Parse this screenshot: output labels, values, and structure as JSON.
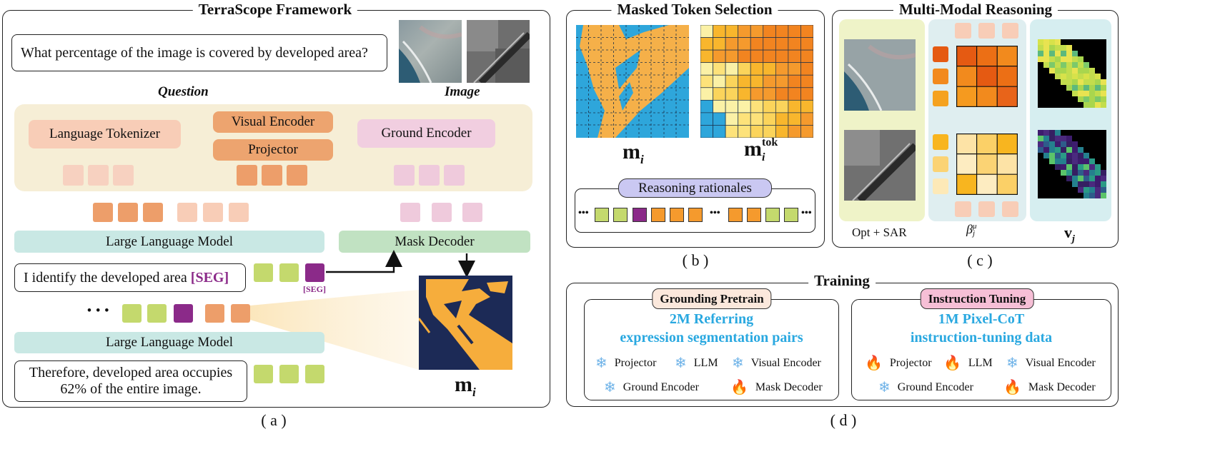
{
  "panel_a": {
    "title": "TerraScope Framework",
    "question": "What percentage of the image is covered by developed area?",
    "question_label": "Question",
    "image_label": "Image",
    "language_tokenizer": "Language Tokenizer",
    "visual_encoder": "Visual Encoder",
    "projector": "Projector",
    "ground_encoder": "Ground Encoder",
    "llm_top": "Large Language Model",
    "mask_decoder": "Mask Decoder",
    "answer1_prefix": "I identify the developed area ",
    "answer1_seg": "[SEG]",
    "seg_token_label": "[SEG]",
    "ellipsis": "• • •",
    "llm_bottom": "Large Language Model",
    "answer2": "Therefore, developed area occupies 62% of the entire image.",
    "mask_label_base": "m",
    "mask_label_sub": "i",
    "caption": "( a )"
  },
  "panel_b": {
    "title": "Masked Token Selection",
    "mask_label_base": "m",
    "mask_label_sub": "i",
    "tok_label_base": "m",
    "tok_label_sub": "i",
    "tok_label_sup": "tok",
    "rationales": "Reasoning rationales",
    "dots": "•••",
    "caption": "( b )"
  },
  "panel_c": {
    "title": "Multi-Modal Reasoning",
    "opt_sar": "Opt + SAR",
    "beta_base": "β",
    "beta_sub": "j",
    "beta_sup": "μ",
    "v_base": "v",
    "v_sub": "j",
    "caption": "( c )"
  },
  "panel_d": {
    "title": "Training",
    "grounding": {
      "tag": "Grounding Pretrain",
      "headline1": "2M Referring",
      "headline2": "expression segmentation pairs",
      "items": [
        "Projector",
        "LLM",
        "Visual Encoder",
        "Ground Encoder",
        "Mask Decoder"
      ]
    },
    "instruction": {
      "tag": "Instruction Tuning",
      "headline1": "1M Pixel-CoT",
      "headline2": "instruction-tuning data",
      "items": [
        "Projector",
        "LLM",
        "Visual Encoder",
        "Ground Encoder",
        "Mask Decoder"
      ]
    },
    "caption": "( d )"
  },
  "icons": {
    "frozen": "snowflake-icon",
    "trainable": "fire-icon"
  },
  "colors": {
    "orange_token": "#ed9e6a",
    "peach_token": "#f6cbb7",
    "pink_token": "#ebc6d8",
    "green_token": "#c4d96d",
    "purple_token": "#8b2a89",
    "llm_bar": "#c9e8e4",
    "mask_decoder_bar": "#c1e2c2",
    "accent_blue": "#29a8e0",
    "seg_purple": "#8b2a89"
  }
}
